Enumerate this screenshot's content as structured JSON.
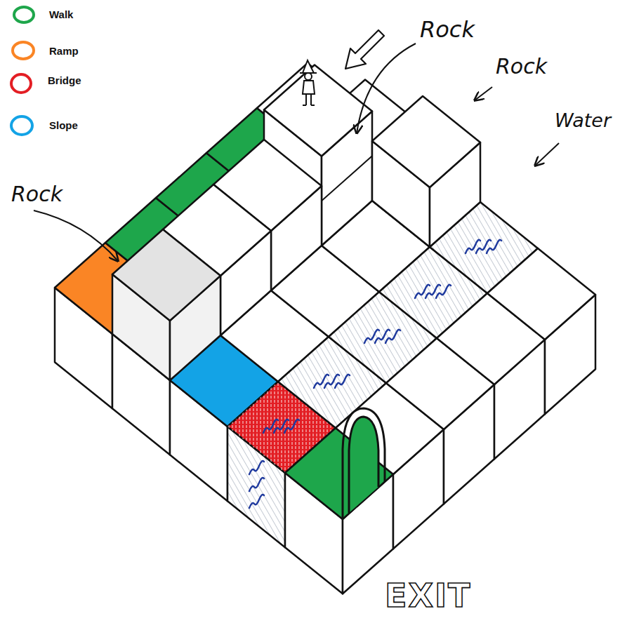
{
  "diagram": {
    "labels": [
      "Rock",
      "Rock",
      "Water",
      "Rock",
      "EXIT"
    ],
    "legend": [
      {
        "text": "Walk",
        "color": "#1ea64b"
      },
      {
        "text": "Ramp",
        "color": "#fa8525"
      },
      {
        "text": "Bridge",
        "color": "#e31e24"
      },
      {
        "text": "Slope",
        "color": "#13a3e6"
      }
    ]
  }
}
